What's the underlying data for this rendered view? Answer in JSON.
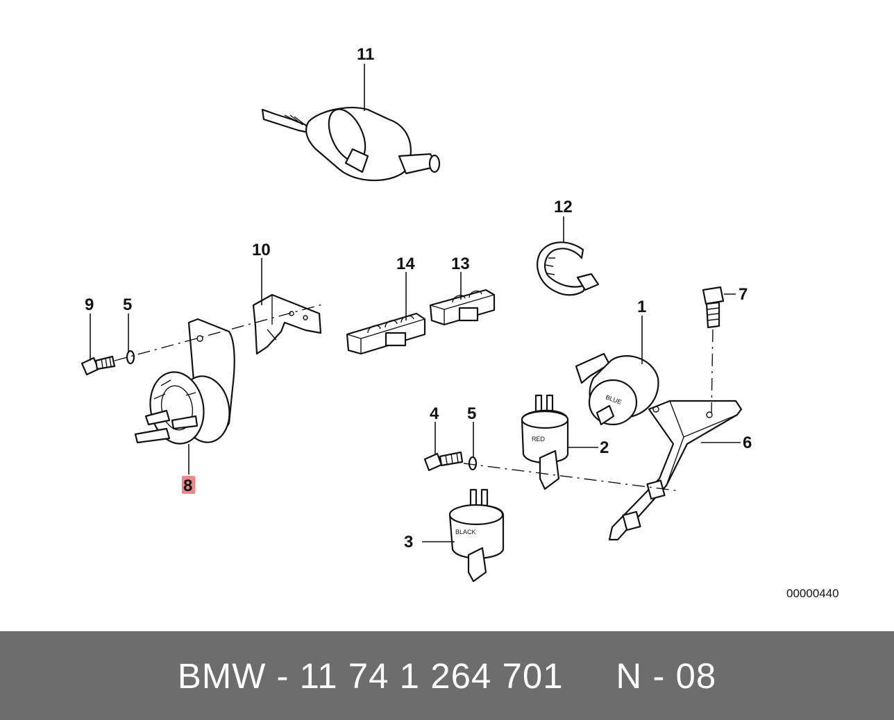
{
  "diagram": {
    "callouts": {
      "c1": "1",
      "c2": "2",
      "c3": "3",
      "c4": "4",
      "c5a": "5",
      "c5b": "5",
      "c6": "6",
      "c7": "7",
      "c8": "8",
      "c9": "9",
      "c10": "10",
      "c11": "11",
      "c12": "12",
      "c13": "13",
      "c14": "14"
    },
    "labels": {
      "red": "RED",
      "black": "BLACK",
      "blue": "BLUE"
    },
    "highlight_color": "#e88a8a",
    "reference_code": "00000440"
  },
  "footer": {
    "text": "BMW - 11 74 1 264 701     N - 08",
    "background": "#6d6d6d"
  }
}
